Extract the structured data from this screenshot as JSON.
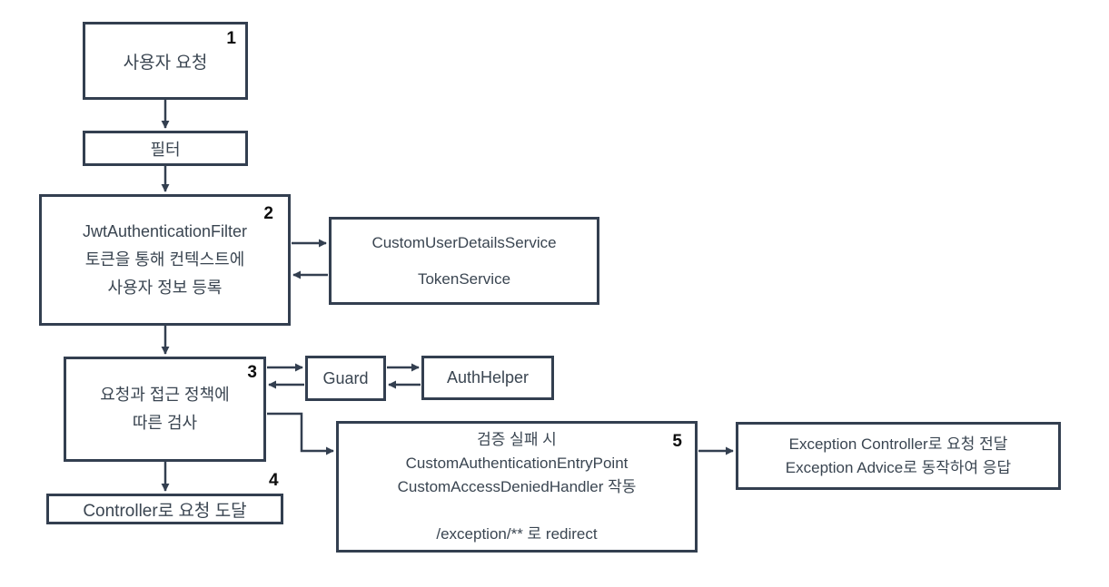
{
  "colors": {
    "border": "#333F50",
    "text": "#3A4551",
    "step": "#0D0D0D",
    "background": "#FFFFFF"
  },
  "nodes": {
    "user_request": {
      "step": "1",
      "lines": [
        "사용자 요청"
      ]
    },
    "filter": {
      "lines": [
        "필터"
      ]
    },
    "jwt_filter": {
      "step": "2",
      "lines": [
        "JwtAuthenticationFilter",
        "토큰을 통해 컨텍스트에",
        "사용자 정보 등록"
      ]
    },
    "services": {
      "lines": [
        "CustomUserDetailsService",
        "TokenService"
      ]
    },
    "policy_check": {
      "step": "3",
      "lines": [
        "요청과 접근 정책에",
        "따른 검사"
      ]
    },
    "guard": {
      "lines": [
        "Guard"
      ]
    },
    "auth_helper": {
      "lines": [
        "AuthHelper"
      ]
    },
    "controller": {
      "step": "4",
      "lines": [
        "Controller로 요청 도달"
      ]
    },
    "failure": {
      "step": "5",
      "lines": [
        "검증 실패 시",
        "CustomAuthenticationEntryPoint",
        "CustomAccessDeniedHandler 작동",
        "",
        "/exception/** 로 redirect"
      ]
    },
    "exception": {
      "lines": [
        "Exception Controller로 요청 전달",
        "Exception Advice로 동작하여 응답"
      ]
    }
  }
}
